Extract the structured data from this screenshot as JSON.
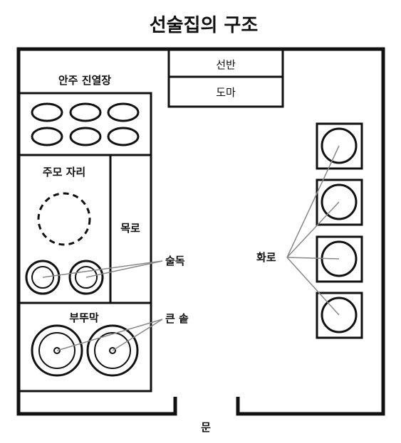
{
  "title": "선술집의 구조",
  "labels": {
    "liquor_display": "안주 진열장",
    "shelf": "선반",
    "cutting_board": "도마",
    "barmaid_seat": "주모 자리",
    "bar_counter": "목로",
    "liquor_jars": "술독",
    "kitchen": "부뚜막",
    "big_pots": "큰 솥",
    "braziers": "화로",
    "door": "문"
  },
  "colors": {
    "line": "#111111",
    "leader": "#888888",
    "background": "#ffffff"
  }
}
